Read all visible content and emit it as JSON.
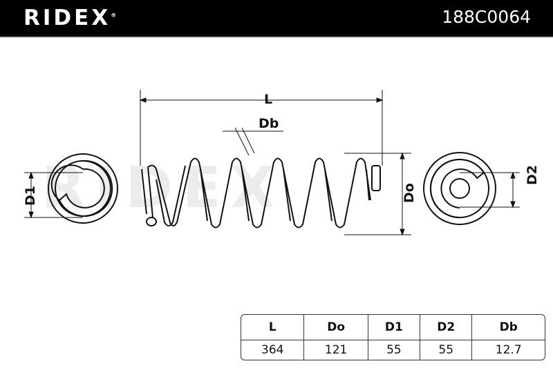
{
  "header": {
    "brand": "RIDEX",
    "part_number": "188C0064"
  },
  "diagram": {
    "watermark": "RIDEX",
    "labels": {
      "L": "L",
      "Db": "Db",
      "Do": "Do",
      "D1": "D1",
      "D2": "D2"
    }
  },
  "specs_table": {
    "columns": [
      "L",
      "Do",
      "D1",
      "D2",
      "Db"
    ],
    "values": [
      "364",
      "121",
      "55",
      "55",
      "12.7"
    ]
  }
}
